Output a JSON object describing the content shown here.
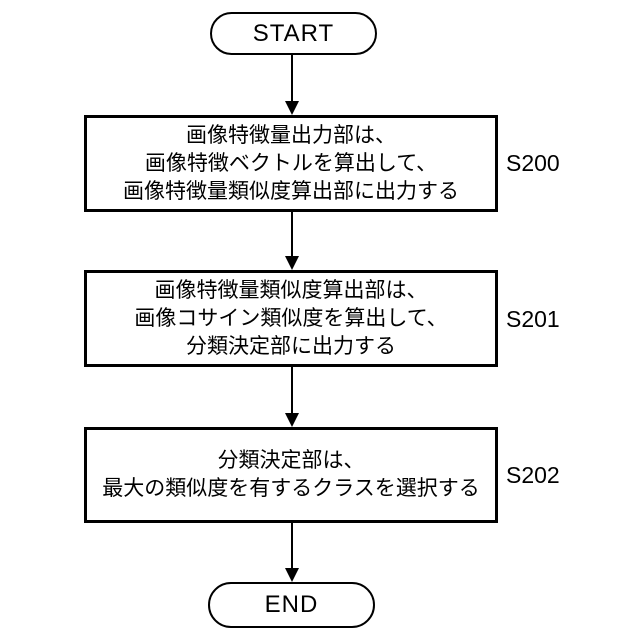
{
  "flowchart": {
    "start": {
      "label": "START"
    },
    "end": {
      "label": "END"
    },
    "steps": [
      {
        "id": "S200",
        "lines": [
          "画像特徴量出力部は、",
          "画像特徴ベクトルを算出して、",
          "画像特徴量類似度算出部に出力する"
        ]
      },
      {
        "id": "S201",
        "lines": [
          "画像特徴量類似度算出部は、",
          "画像コサイン類似度を算出して、",
          "分類決定部に出力する"
        ]
      },
      {
        "id": "S202",
        "lines": [
          "分類決定部は、",
          "最大の類似度を有するクラスを選択する"
        ]
      }
    ],
    "colors": {
      "stroke": "#000000",
      "background": "#ffffff",
      "text": "#000000"
    }
  }
}
